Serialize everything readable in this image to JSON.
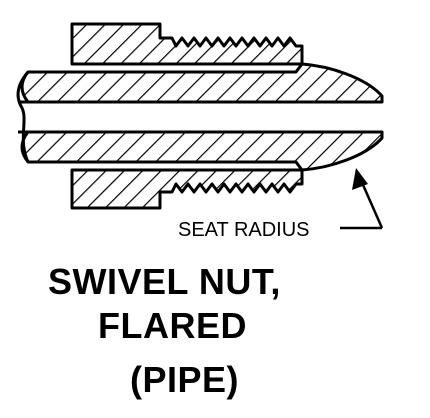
{
  "figure": {
    "callout": "SEAT RADIUS",
    "title_lines": [
      "SWIVEL NUT,",
      "FLARED",
      "(PIPE)"
    ]
  },
  "colors": {
    "ink": "#000000",
    "background": "#ffffff"
  }
}
